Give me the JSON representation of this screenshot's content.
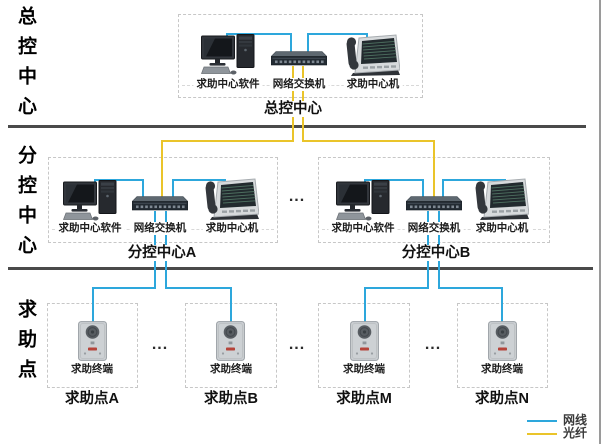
{
  "diagram": {
    "tiers": [
      {
        "side_label": "总控中心"
      },
      {
        "side_label": "分控中心"
      },
      {
        "side_label": "求助点"
      }
    ],
    "devices": {
      "software": "求助中心软件",
      "switch": "网络交换机",
      "center_phone": "求助中心机",
      "terminal": "求助终端"
    },
    "groups": {
      "master": "总控中心",
      "sub_a": "分控中心A",
      "sub_b": "分控中心B",
      "point_a": "求助点A",
      "point_b": "求助点B",
      "point_m": "求助点M",
      "point_n": "求助点N"
    },
    "ellipsis": "...",
    "legend": [
      {
        "id": "network-cable",
        "label": "网线",
        "color": "#2da7dc"
      },
      {
        "id": "fiber",
        "label": "光纤",
        "color": "#eac42a"
      }
    ],
    "colors": {
      "network_cable": "#2da7dc",
      "fiber": "#eac42a",
      "divider": "#4a4a4a"
    }
  }
}
